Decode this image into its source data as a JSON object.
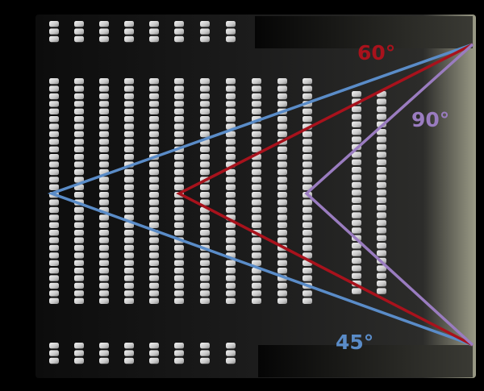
{
  "labels": {
    "angle_60": "60°",
    "angle_90": "90°",
    "angle_45": "45°"
  },
  "colors": {
    "background": "#000000",
    "panel": "#1a1a1a",
    "seat": "#d4d4d4",
    "line_60": "#a8121c",
    "line_90": "#9a7cc0",
    "line_45": "#5a8cc8"
  },
  "angles_deg": [
    45,
    60,
    90
  ]
}
